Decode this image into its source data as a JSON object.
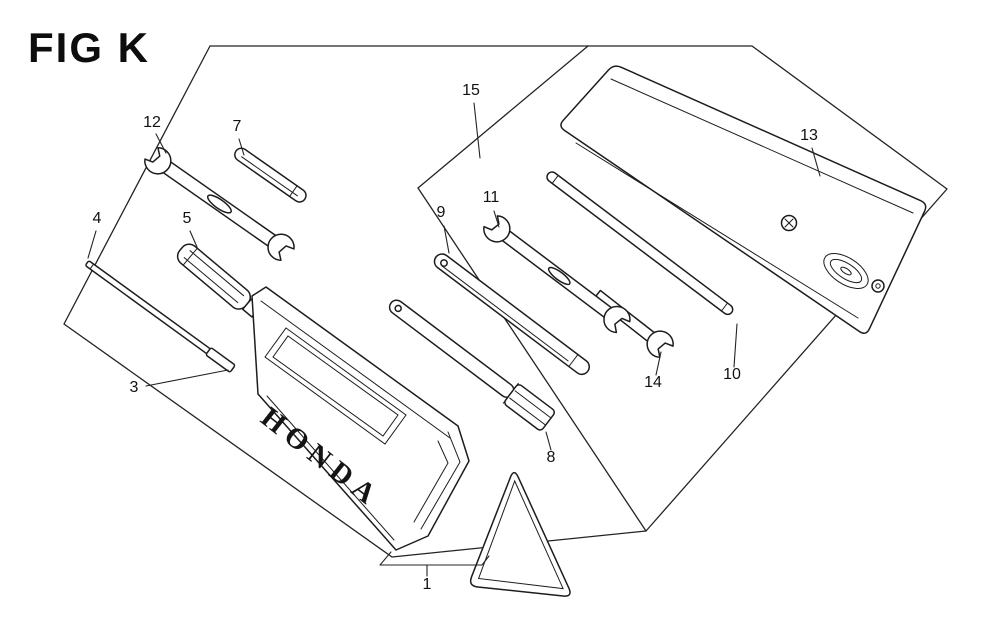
{
  "figure": {
    "title": "FIG K"
  },
  "case": {
    "brand": "HONDA"
  },
  "parts": [
    {
      "number": "1"
    },
    {
      "number": "3"
    },
    {
      "number": "4"
    },
    {
      "number": "5"
    },
    {
      "number": "7"
    },
    {
      "number": "8"
    },
    {
      "number": "9"
    },
    {
      "number": "10"
    },
    {
      "number": "11"
    },
    {
      "number": "12"
    },
    {
      "number": "13"
    },
    {
      "number": "14"
    },
    {
      "number": "15"
    }
  ],
  "colors": {
    "ink": "#232323",
    "paper": "#ffffff"
  }
}
